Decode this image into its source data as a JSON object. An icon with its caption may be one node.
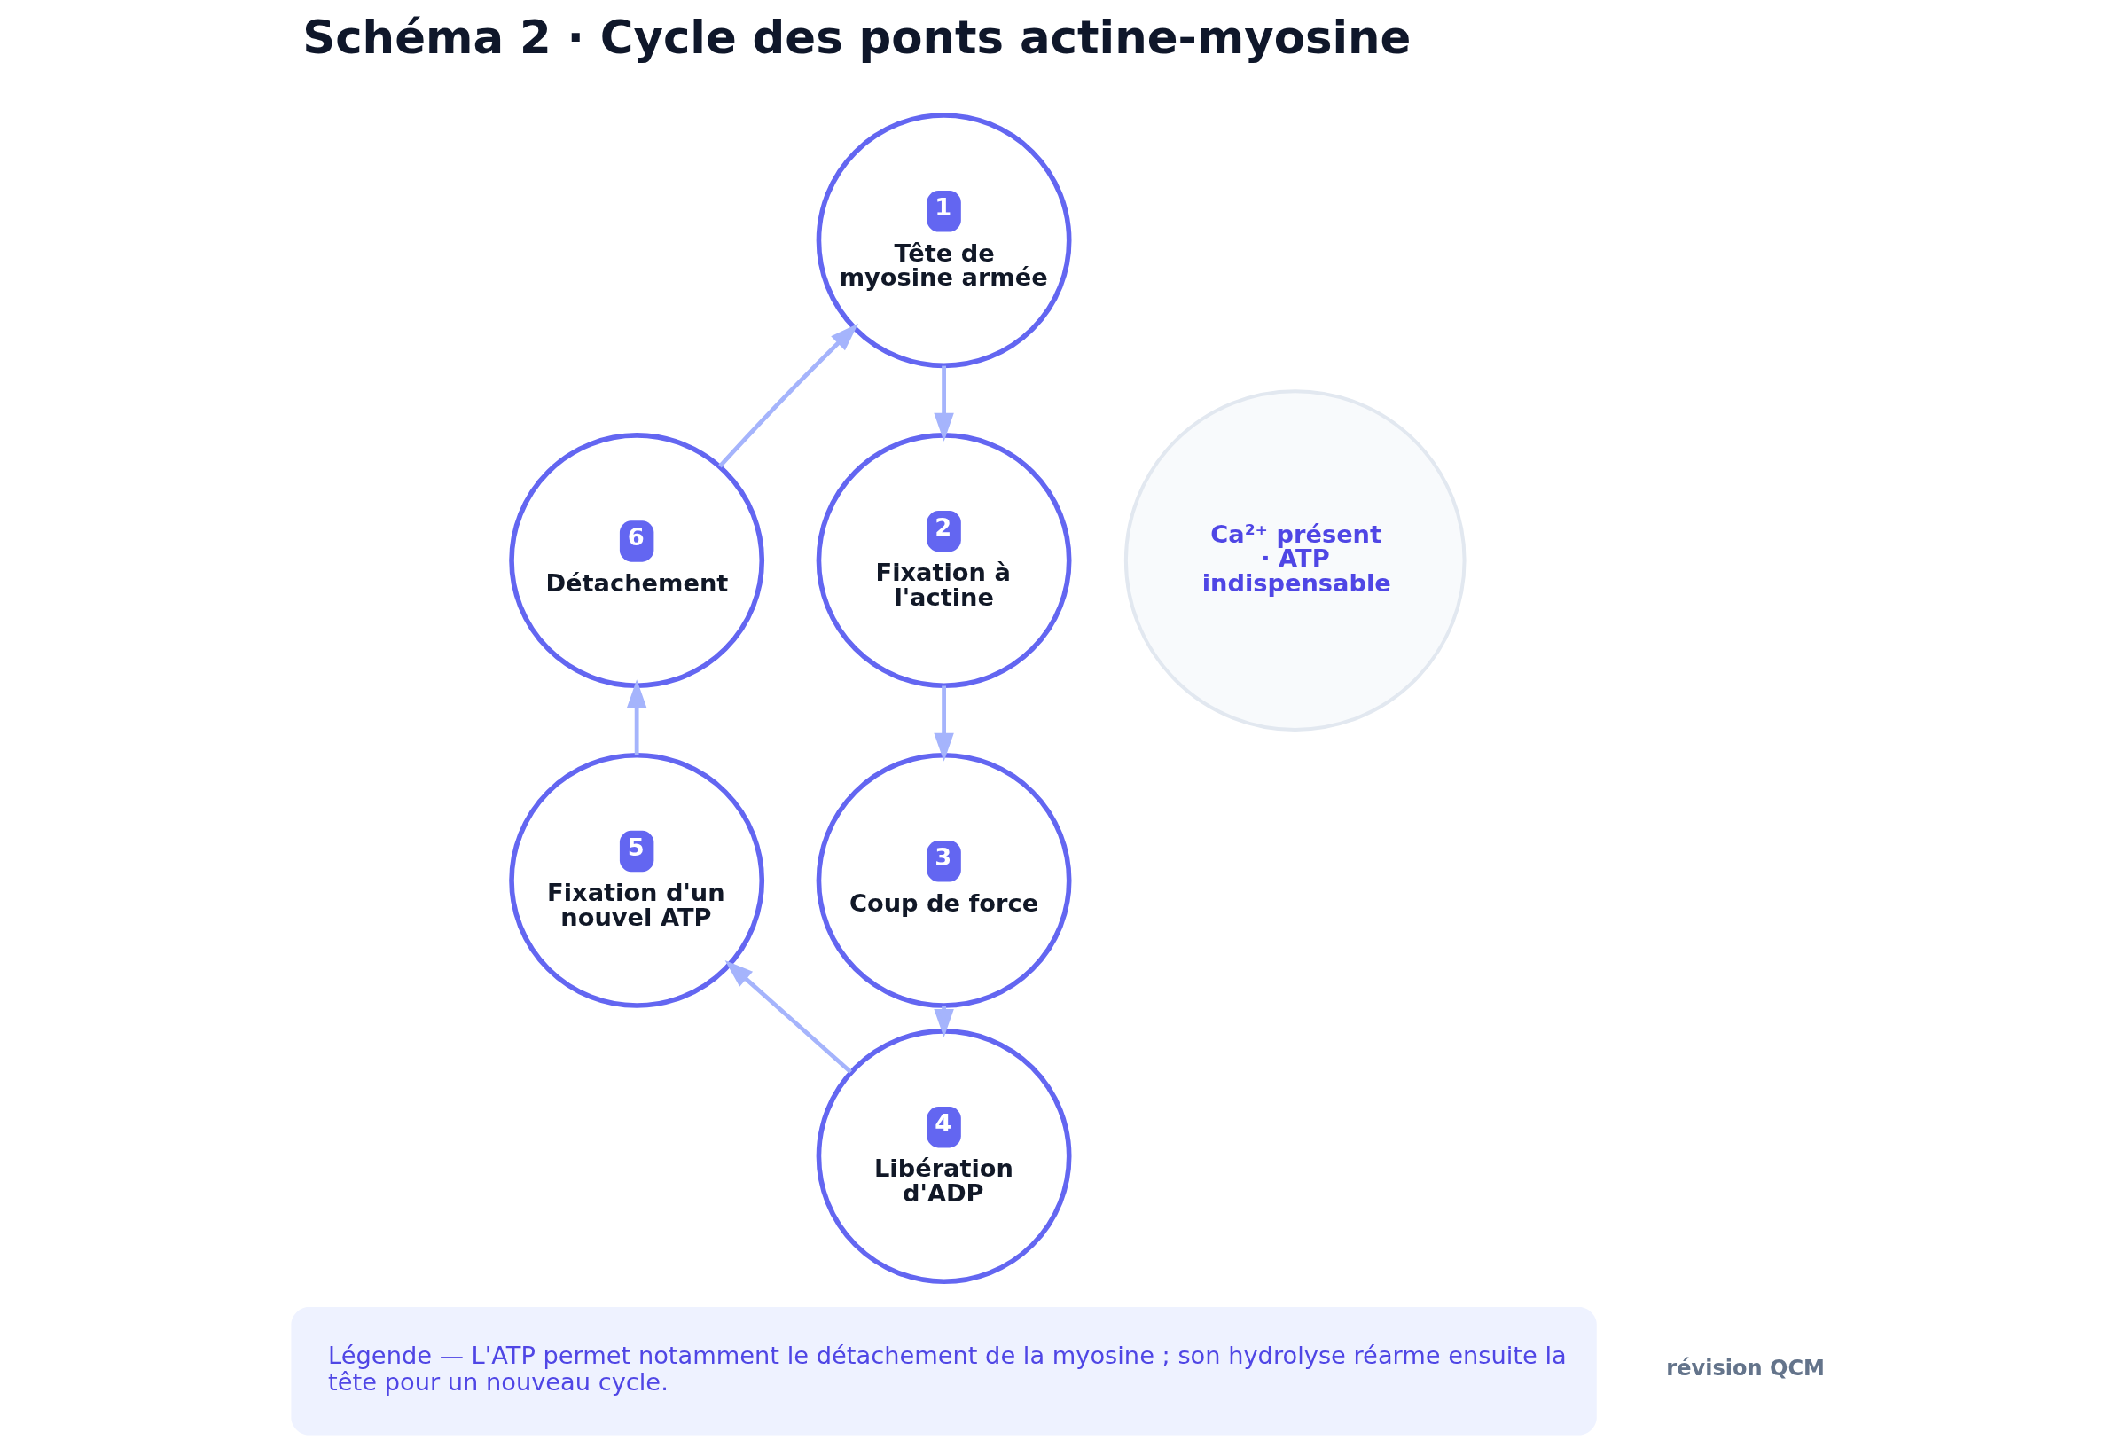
{
  "diagram": {
    "title": "Schéma 2 · Cycle des ponts actine-myosine",
    "nodes": [
      {
        "text": [
          "1",
          "Tête de myosine armée"
        ]
      },
      {
        "text": [
          "2",
          "Fixation à l'actine"
        ]
      },
      {
        "text": [
          "3",
          "Coup de force"
        ]
      },
      {
        "text": [
          "4",
          "Libération d'ADP"
        ]
      },
      {
        "text": [
          "5",
          "Fixation d'un nouvel ATP"
        ]
      },
      {
        "text": [
          "6",
          "Détachement"
        ]
      },
      {
        "text": [
          "Ca²⁺ présent · ATP indispensable"
        ]
      }
    ],
    "edges": [
      {
        "from": 0,
        "to": 1,
        "arrow": "to"
      },
      {
        "from": 1,
        "to": 2,
        "arrow": "to"
      },
      {
        "from": 2,
        "to": 3,
        "arrow": "to"
      },
      {
        "from": 3,
        "to": 4,
        "arrow": "to"
      },
      {
        "from": 4,
        "to": 5,
        "arrow": "to"
      },
      {
        "from": 5,
        "to": 0,
        "arrow": "to"
      }
    ],
    "labels": [
      "Légende — L'ATP permet notamment le détachement de la myosine ; son hydrolyse réarme ensuite la tête pour un nouveau cycle.",
      "révision QCM"
    ]
  }
}
